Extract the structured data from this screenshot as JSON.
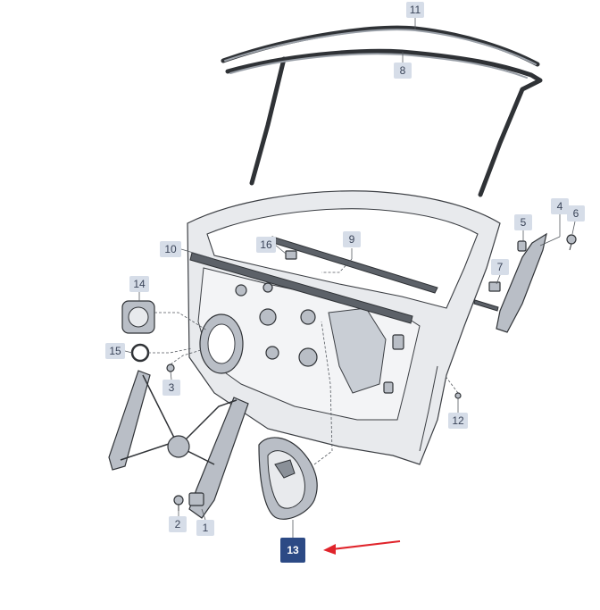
{
  "callouts": [
    {
      "id": "11",
      "highlight": false
    },
    {
      "id": "8",
      "highlight": false
    },
    {
      "id": "9",
      "highlight": false
    },
    {
      "id": "16",
      "highlight": false
    },
    {
      "id": "10",
      "highlight": false
    },
    {
      "id": "4",
      "highlight": false
    },
    {
      "id": "5",
      "highlight": false
    },
    {
      "id": "6",
      "highlight": false
    },
    {
      "id": "7",
      "highlight": false
    },
    {
      "id": "14",
      "highlight": false
    },
    {
      "id": "15",
      "highlight": false
    },
    {
      "id": "3",
      "highlight": false
    },
    {
      "id": "12",
      "highlight": false
    },
    {
      "id": "2",
      "highlight": false
    },
    {
      "id": "1",
      "highlight": false
    },
    {
      "id": "13",
      "highlight": true
    }
  ],
  "colors": {
    "callout_bg": "#d6dde8",
    "callout_highlight_bg": "#2c4a85",
    "arrow": "#e0242b"
  }
}
